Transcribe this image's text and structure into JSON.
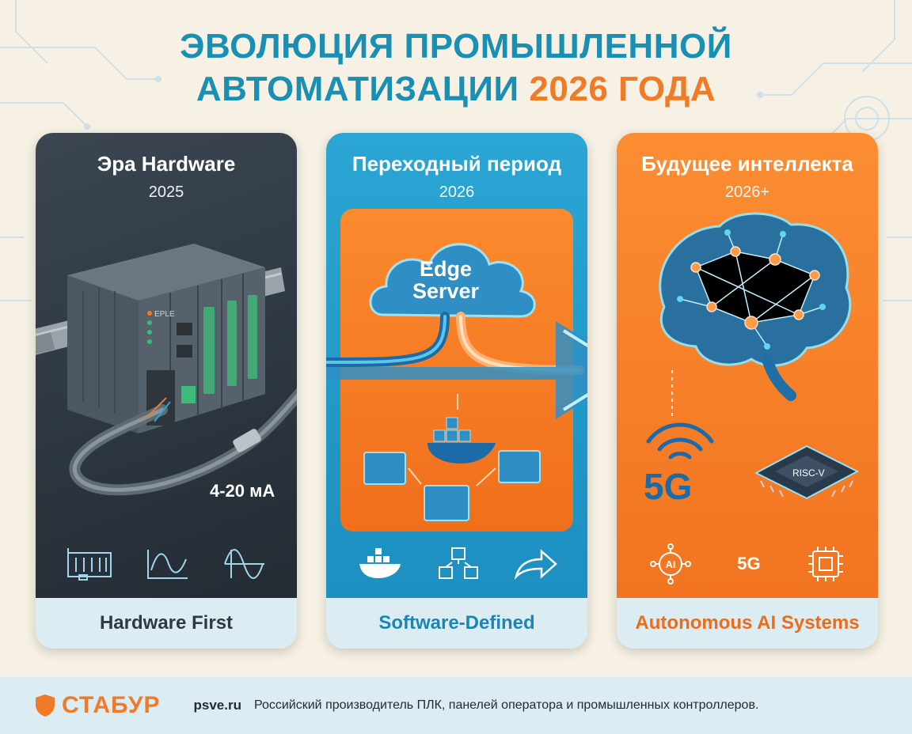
{
  "title": {
    "line1": "ЭВОЛЮЦИЯ ПРОМЫШЛЕННОЙ",
    "line2_main": "АВТОМАТИЗАЦИИ",
    "line2_accent": "2026 ГОДА"
  },
  "cards": [
    {
      "heading": "Эра Hardware",
      "year": "2025",
      "signal_label": "4-20 мА",
      "plc_brand": "EPLE",
      "footer": "Hardware First",
      "icons": [
        "io-module-icon",
        "analog-signal-icon",
        "sine-wave-icon"
      ]
    },
    {
      "heading": "Переходный период",
      "year": "2026",
      "cloud_line1": "Edge",
      "cloud_line2": "Server",
      "footer": "Software-Defined",
      "icons": [
        "docker-icon",
        "containers-icon",
        "forward-arrow-icon"
      ]
    },
    {
      "heading": "Будущее интеллекта",
      "year": "2026+",
      "fiveg_label": "5G",
      "chip_label": "RISC-V",
      "ai_label": "AI",
      "fiveg_icon_label": "5G",
      "footer": "Autonomous AI Systems",
      "icons": [
        "ai-network-icon",
        "5g-icon",
        "riscv-chip-icon"
      ]
    }
  ],
  "bottom": {
    "brand": "СТАБУР",
    "site": "psve.ru",
    "description": "Российский производитель ПЛК, панелей оператора и промышленных контроллеров."
  },
  "colors": {
    "blue": "#1a8fb4",
    "orange": "#f07a25",
    "dark": "#2d3a44",
    "footer_bg": "#dcecf3"
  }
}
